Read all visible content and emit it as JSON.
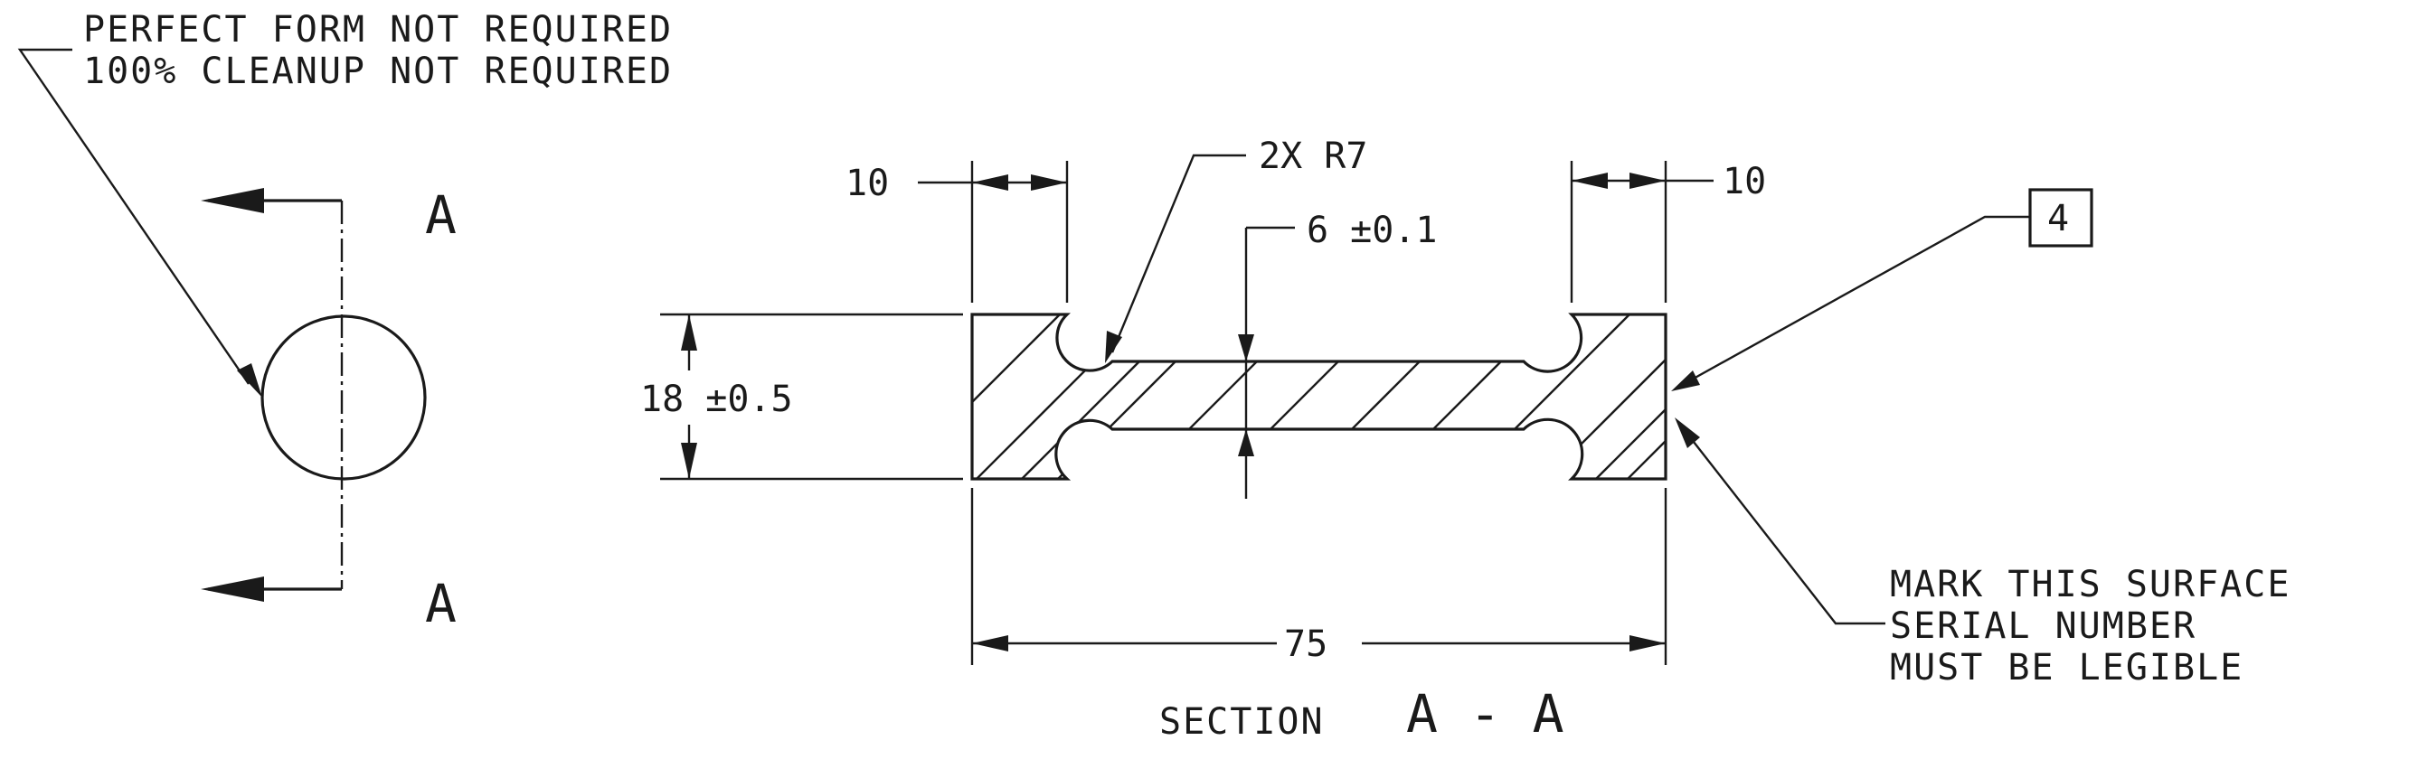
{
  "notes": {
    "form_line1": "PERFECT FORM NOT REQUIRED",
    "form_line2": "100% CLEANUP NOT REQUIRED",
    "mark_line1": "MARK THIS SURFACE",
    "mark_line2": "SERIAL NUMBER",
    "mark_line3": "MUST BE LEGIBLE"
  },
  "section_markers": {
    "top": "A",
    "bottom": "A"
  },
  "dimensions": {
    "left_width": "10",
    "right_width": "10",
    "fillet_radius": "2X R7",
    "neck_thickness": "6 ±0.1",
    "height": "18 ±0.5",
    "overall_length": "75"
  },
  "flag_note": "4",
  "section_title": {
    "prefix": "SECTION",
    "label": "A - A"
  }
}
